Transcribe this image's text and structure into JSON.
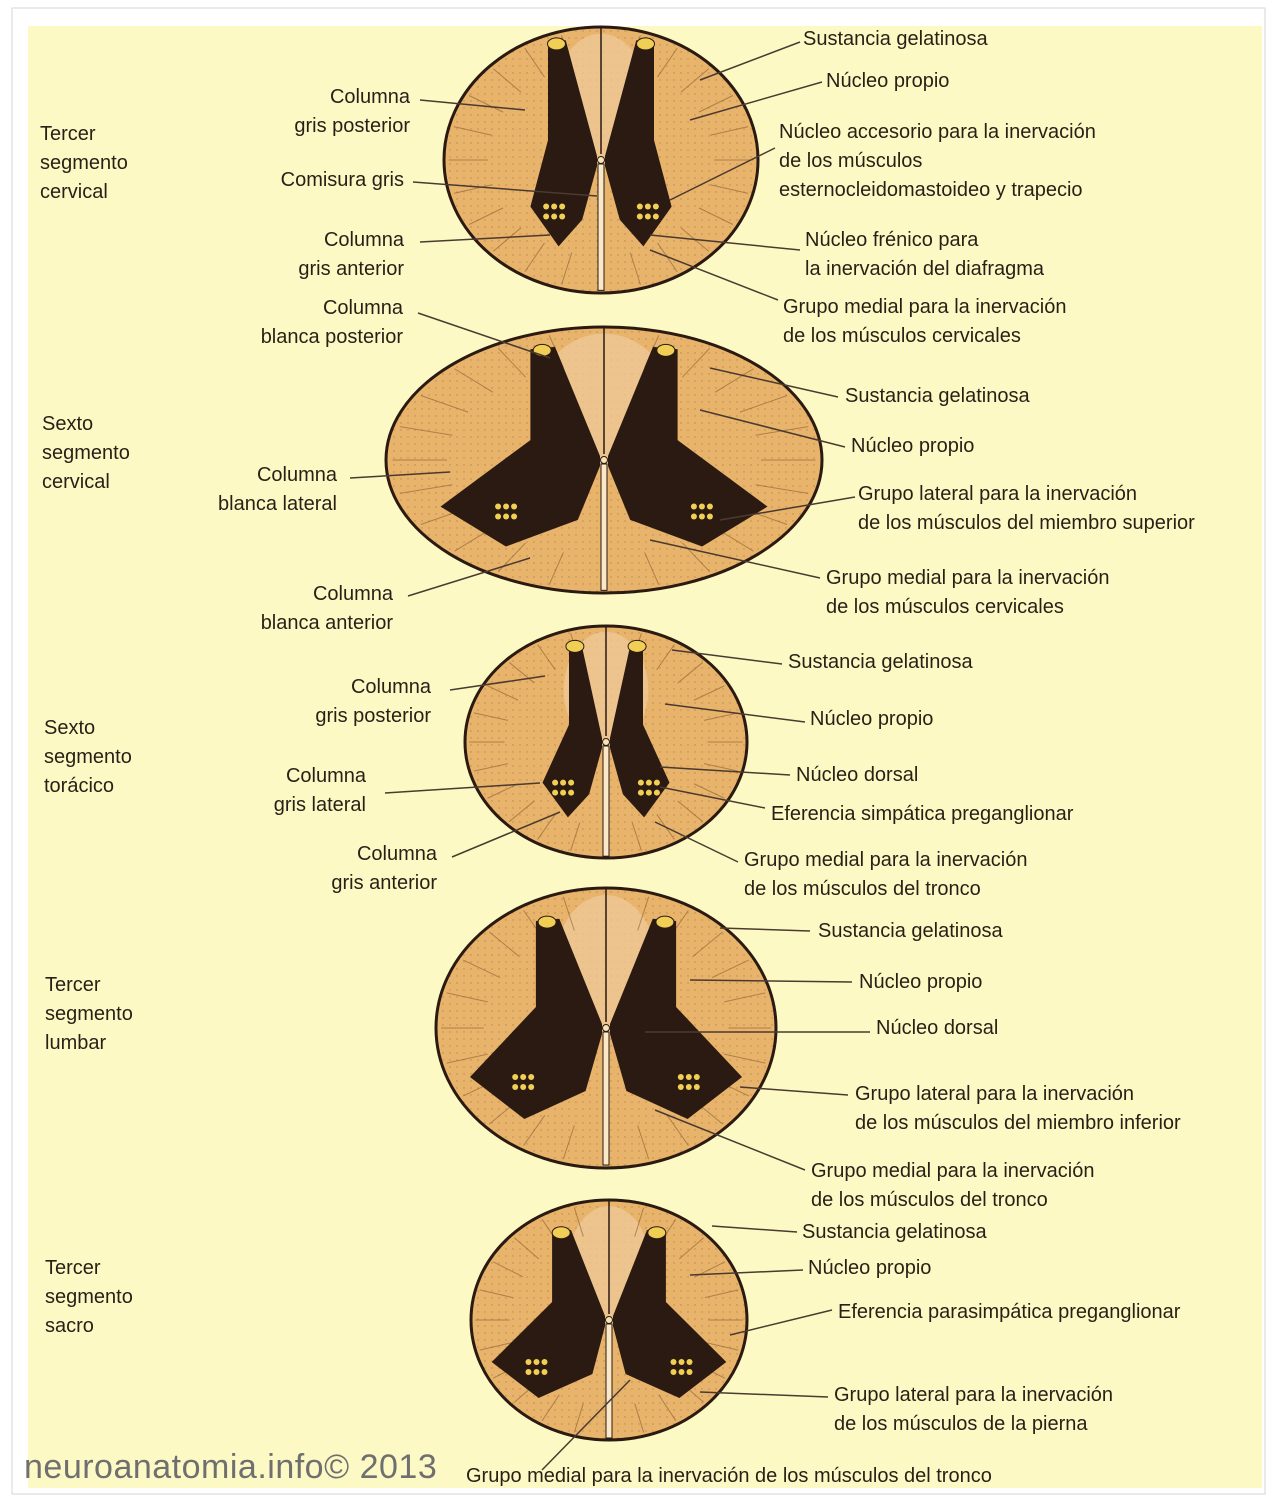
{
  "colors": {
    "background": "#fdf9c4",
    "white_matter": "#e8b36a",
    "white_matter_light": "#efc99a",
    "gray_matter": "#2a1a12",
    "gelatinosa": "#f1cf55",
    "leader_line": "#4a3a30",
    "text": "#2a1f17"
  },
  "segments": [
    {
      "title": [
        "Tercer",
        "segmento",
        "cervical"
      ],
      "left_labels": [
        [
          "Columna",
          "gris posterior"
        ],
        [
          "Comisura gris"
        ],
        [
          "Columna",
          "gris anterior"
        ]
      ],
      "right_labels": [
        [
          "Sustancia gelatinosa"
        ],
        [
          "Núcleo propio"
        ],
        [
          "Núcleo accesorio para la inervación",
          "de los músculos",
          "esternocleidomastoideo y trapecio"
        ],
        [
          "Núcleo frénico para",
          "la inervación del diafragma"
        ],
        [
          "Grupo medial para la inervación",
          "de los músculos cervicales"
        ]
      ]
    },
    {
      "title": [
        "Sexto",
        "segmento",
        "cervical"
      ],
      "left_labels": [
        [
          "Columna",
          "blanca posterior"
        ],
        [
          "Columna",
          "blanca lateral"
        ],
        [
          "Columna",
          "blanca anterior"
        ]
      ],
      "right_labels": [
        [
          "Sustancia gelatinosa"
        ],
        [
          "Núcleo propio"
        ],
        [
          "Grupo lateral para la inervación",
          "de los músculos del miembro superior"
        ],
        [
          "Grupo medial para la inervación",
          "de los músculos cervicales"
        ]
      ]
    },
    {
      "title": [
        "Sexto",
        "segmento",
        "torácico"
      ],
      "left_labels": [
        [
          "Columna",
          "gris posterior"
        ],
        [
          "Columna",
          "gris lateral"
        ],
        [
          "Columna",
          "gris anterior"
        ]
      ],
      "right_labels": [
        [
          "Sustancia gelatinosa"
        ],
        [
          "Núcleo propio"
        ],
        [
          "Núcleo dorsal"
        ],
        [
          "Eferencia simpática preganglionar"
        ],
        [
          "Grupo medial para la inervación",
          "de los músculos del tronco"
        ]
      ]
    },
    {
      "title": [
        "Tercer",
        "segmento",
        "lumbar"
      ],
      "left_labels": [],
      "right_labels": [
        [
          "Sustancia gelatinosa"
        ],
        [
          "Núcleo propio"
        ],
        [
          "Núcleo dorsal"
        ],
        [
          "Grupo lateral para la inervación",
          "de los músculos del miembro inferior"
        ],
        [
          "Grupo medial para la inervación",
          "de los músculos del tronco"
        ]
      ]
    },
    {
      "title": [
        "Tercer",
        "segmento",
        "sacro"
      ],
      "left_labels": [],
      "right_labels": [
        [
          "Sustancia gelatinosa"
        ],
        [
          "Núcleo propio"
        ],
        [
          "Eferencia parasimpática preganglionar"
        ],
        [
          "Grupo lateral para la inervación",
          "de los músculos de la pierna"
        ]
      ],
      "bottom_label": "Grupo medial para la inervación de los músculos del tronco"
    }
  ],
  "watermark": "neuroanatomia.info© 2013"
}
